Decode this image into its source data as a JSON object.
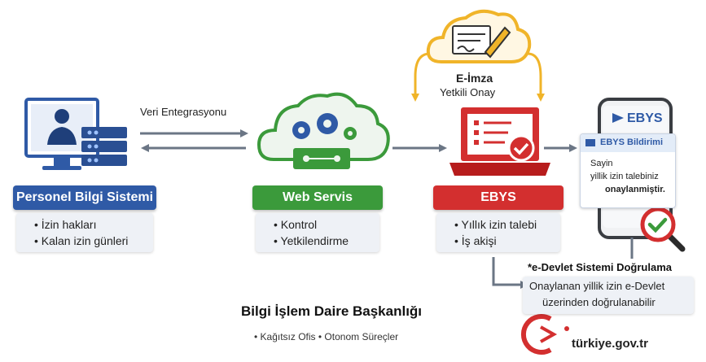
{
  "nodes": {
    "pbs": {
      "title": "Personel Bilgi Sistemi",
      "items": [
        "• İzin hakları",
        "• Kalan izin günleri"
      ],
      "color": "#2f5aa6"
    },
    "ws": {
      "title": "Web Servis",
      "items": [
        "• Kontrol",
        "• Yetkilendirme"
      ],
      "color": "#3b9a3b"
    },
    "ebys": {
      "title": "EBYS",
      "items": [
        "• Yıllık izin talebi",
        "• İş akişi"
      ],
      "color": "#d32f2f"
    }
  },
  "edges": {
    "integration_label": "Veri Entegrasyonu",
    "signature_title": "E-İmza",
    "signature_subtitle": "Yetkili Onay"
  },
  "phone": {
    "brand": "EBYS",
    "notification_title": "EBYS Bildirimi",
    "message": [
      "Sayin",
      "yillik izin talebiniz",
      "onaylanmiştir."
    ]
  },
  "edevlet": {
    "title": "*e-Devlet Sistemi Doğrulama",
    "lines": [
      "Onaylanan yillik izin e-Devlet",
      "üzerinden doğrulanabilir"
    ]
  },
  "footer": {
    "department": "Bilgi İşlem Daire Başkanlığı",
    "tagline": "• Kağıtsız Ofis  • Otonom Süreçler"
  },
  "logo": {
    "text": "türkiye.gov.tr"
  }
}
